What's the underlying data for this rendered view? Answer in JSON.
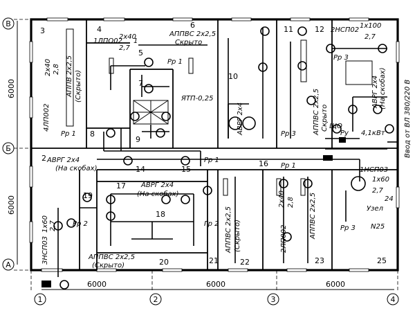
{
  "axes": {
    "rows": [
      "В",
      "Б",
      "А"
    ],
    "cols": [
      "1",
      "2",
      "3",
      "4"
    ],
    "spans_x": [
      "6000",
      "6000",
      "6000"
    ],
    "spans_y": [
      "6000",
      "6000"
    ]
  },
  "rooms": [
    "2",
    "3",
    "4",
    "5",
    "6",
    "7",
    "8",
    "9",
    "10",
    "11",
    "12",
    "14",
    "15",
    "16",
    "17",
    "18",
    "19",
    "20",
    "21",
    "22",
    "23",
    "25"
  ],
  "cable_labels": {
    "c1": "1ЛПО02",
    "c2": "2х40",
    "c3": "2,7",
    "c4": "1",
    "c5": "АППВС 2х2,5",
    "c6": "Скрыто",
    "c7": "2НСП02",
    "c8": "1х100",
    "c9": "2,7",
    "c10": "4ЛП002",
    "c11": "2х40",
    "c12": "2,8",
    "c13": "АППВ 2х2,5",
    "c14": "(Скрыто)",
    "c15": "АВРГ 2х4",
    "c16": "АППВС 2х2,5",
    "c17": "Скрыто",
    "c18": "АВРГ 2х4",
    "c19": "(На скобах)",
    "c20": "ЯТП-0,25",
    "c21": "Ввод от ВЛ 380/220 В",
    "c22": "ЩО",
    "c23": "4,1кВт",
    "c24": "АВРГ 2х4",
    "c25": "(На скобах)",
    "c26": "АВРГ 2х4",
    "c27": "(На скобах)",
    "c28": "1НСП03",
    "c29": "1х60",
    "c30": "2,7",
    "c31": "24",
    "c32": "Узел",
    "c33": "N25",
    "c34": "АППВС 2х2,5",
    "c35": "(Скрыто)",
    "c36": "2ЛП002",
    "c37": "2х40",
    "c38": "2,8",
    "c39": "АППВС 2х2,5",
    "c40": "3НСП03",
    "c41": "1х60",
    "c42": "2,7",
    "c43": "АППВС 2х2,5",
    "c44": "(Скрыто)"
  },
  "panel_labels": {
    "rp1_a": "Рр 1",
    "rp1_b": "Рр 1",
    "rp1_c": "Рр 1",
    "rp1_d": "Рр 1",
    "rp2": "Рр 2",
    "rp3_a": "Рр 3",
    "rp3_b": "Рр 3",
    "rp3_c": "Рр 3",
    "ru": "Ру",
    "gr2": "Гр 2"
  }
}
